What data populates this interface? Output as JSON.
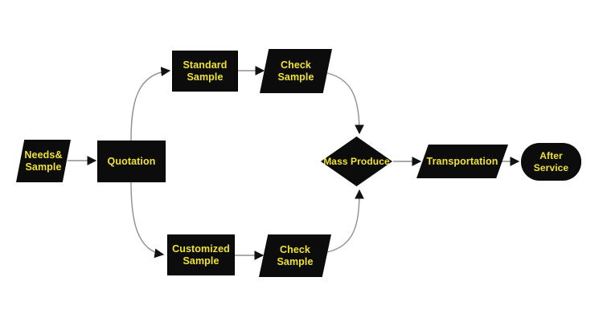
{
  "diagram": {
    "type": "flowchart",
    "background": "#ffffff",
    "colors": {
      "shape_fill": "#0c0c0c",
      "label_text": "#f0e232",
      "connector_line": "#8f8f8f",
      "arrowhead": "#111111"
    },
    "nodes": {
      "needs_sample": {
        "label": "Needs&\nSample",
        "shape": "parallelogram"
      },
      "quotation": {
        "label": "Quotation",
        "shape": "process"
      },
      "standard_sample": {
        "label": "Standard\nSample",
        "shape": "process"
      },
      "check_sample_top": {
        "label": "Check\nSample",
        "shape": "parallelogram"
      },
      "customized_sample": {
        "label": "Customized\nSample",
        "shape": "process"
      },
      "check_sample_bottom": {
        "label": "Check\nSample",
        "shape": "parallelogram"
      },
      "mass_produce": {
        "label": "Mass Produce",
        "shape": "decision"
      },
      "transportation": {
        "label": "Transportation",
        "shape": "parallelogram"
      },
      "after_service": {
        "label": "After Service",
        "shape": "terminator"
      }
    },
    "edges": [
      {
        "from": "needs_sample",
        "to": "quotation"
      },
      {
        "from": "quotation",
        "to": "standard_sample"
      },
      {
        "from": "standard_sample",
        "to": "check_sample_top"
      },
      {
        "from": "check_sample_top",
        "to": "mass_produce"
      },
      {
        "from": "quotation",
        "to": "customized_sample"
      },
      {
        "from": "customized_sample",
        "to": "check_sample_bottom"
      },
      {
        "from": "check_sample_bottom",
        "to": "mass_produce"
      },
      {
        "from": "mass_produce",
        "to": "transportation"
      },
      {
        "from": "transportation",
        "to": "after_service"
      }
    ]
  }
}
